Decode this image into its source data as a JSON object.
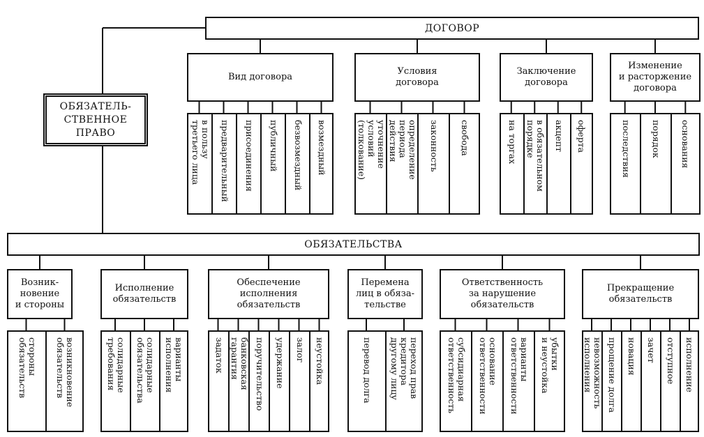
{
  "root": {
    "label": "ОБЯЗАТЕЛЬ-\nСТВЕННОЕ\nПРАВО"
  },
  "dogovor": {
    "title": "ДОГОВОР",
    "groups": [
      {
        "label": "Вид договора",
        "items": [
          "в пользу\nтретьего лица",
          "предварительный",
          "присоединения",
          "публичный",
          "безвозмездный",
          "возмездный"
        ]
      },
      {
        "label": "Условия\nдоговора",
        "items": [
          "уточнение\nусловий\n(толкование)",
          "определение\nпериода\nдействия",
          "законность",
          "свобода"
        ]
      },
      {
        "label": "Заключение\nдоговора",
        "items": [
          "на торгах",
          "в обязательном\nпорядке",
          "акцепт",
          "оферта"
        ]
      },
      {
        "label": "Изменение\nи расторжение\nдоговора",
        "items": [
          "последствия",
          "порядок",
          "основания"
        ]
      }
    ]
  },
  "obyazatelstva": {
    "title": "ОБЯЗАТЕЛЬСТВА",
    "groups": [
      {
        "label": "Возник-\nновение\nи стороны",
        "items": [
          "стороны\nобязательств",
          "возникновение\nобязательств"
        ]
      },
      {
        "label": "Исполнение\nобязательств",
        "items": [
          "солидарные\nтребования",
          "солидарные\nобязательства",
          "варианты\nисполнения"
        ]
      },
      {
        "label": "Обеспечение\nисполнения\nобязательств",
        "items": [
          "задаток",
          "банковская\nгарантия",
          "поручительство",
          "удержание",
          "залог",
          "неустойка"
        ]
      },
      {
        "label": "Перемена\nлиц в обяза-\nтельстве",
        "items": [
          "перевод долга",
          "переход прав\nкредитора\nдругому лицу"
        ]
      },
      {
        "label": "Ответственность\nза нарушение\nобязательств",
        "items": [
          "субсидиарная\nответственность",
          "основание\nответственности",
          "варианты\nответственности",
          "убытки\nи неустойка"
        ]
      },
      {
        "label": "Прекращение\nобязательств",
        "items": [
          "невозможность\nисполнения",
          "прощение долга",
          "новация",
          "зачет",
          "отступное",
          "исполнение"
        ]
      }
    ]
  }
}
